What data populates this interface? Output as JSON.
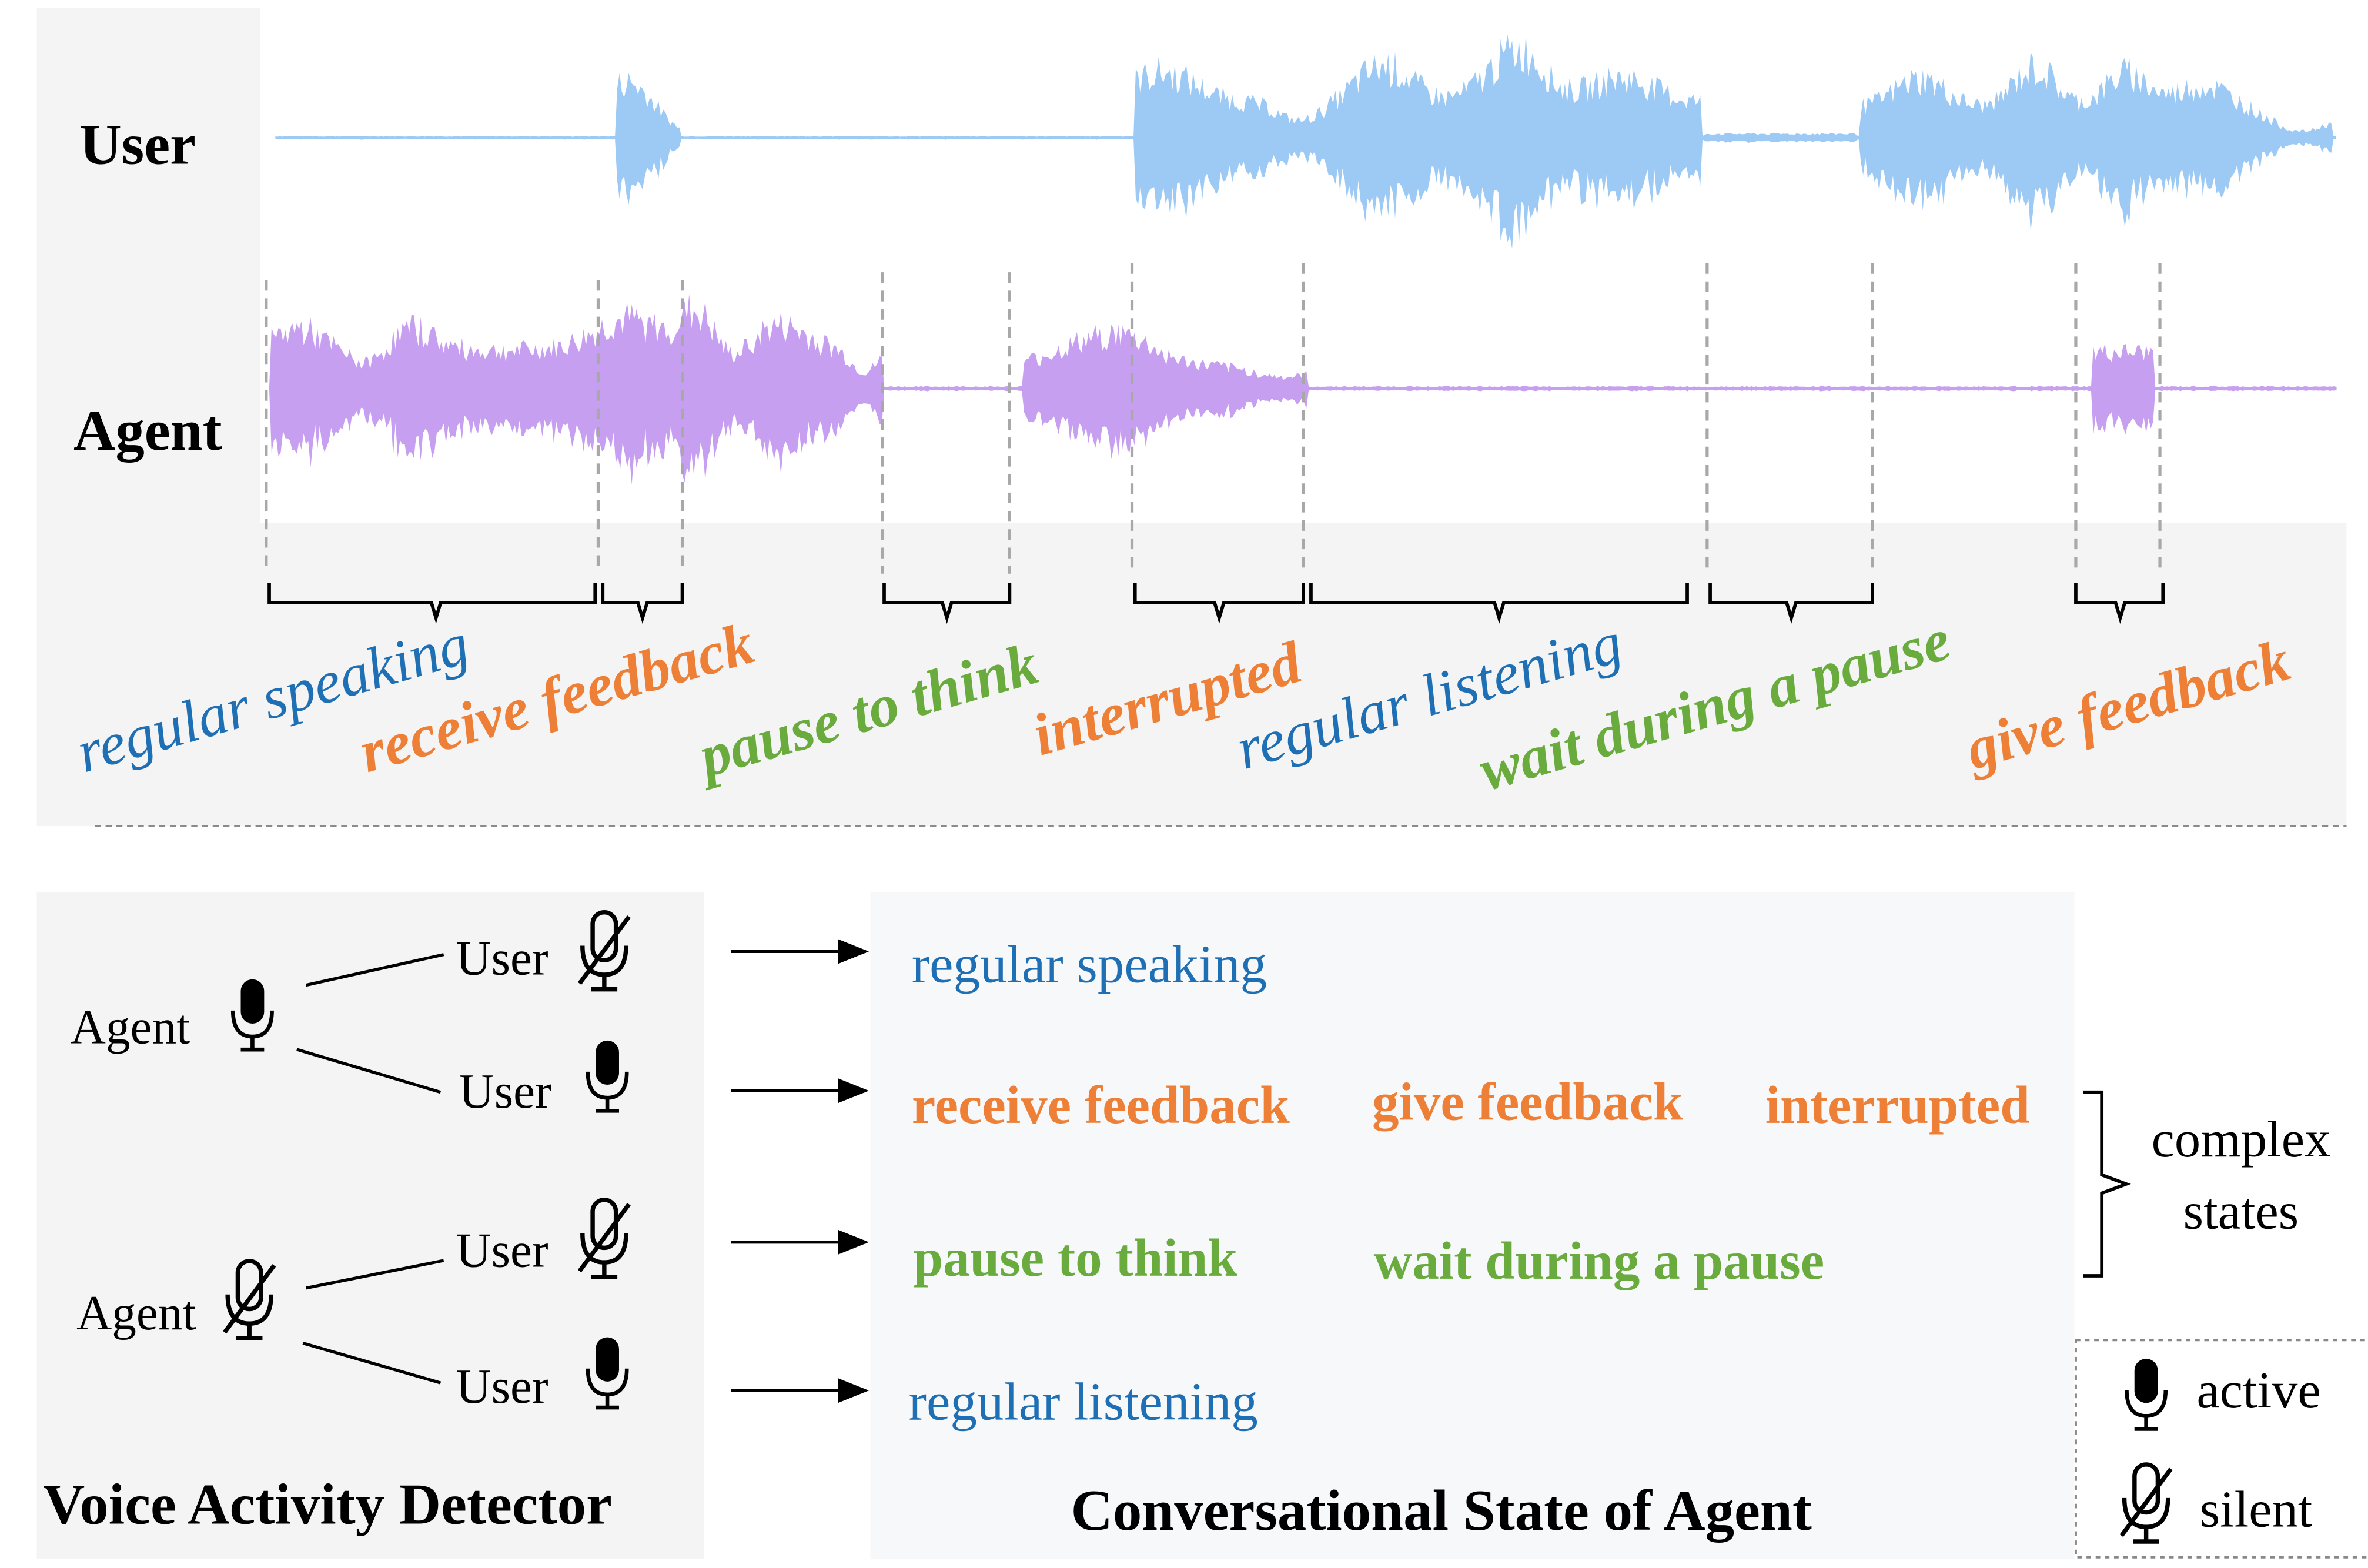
{
  "colors": {
    "user_wave": "#9ccaf5",
    "agent_wave": "#c79ff0",
    "regular": "#1f6fb5",
    "feedback": "#ee7f37",
    "pause": "#6aab3e",
    "panel_bg": "#f4f4f4"
  },
  "top": {
    "user_label": "User",
    "agent_label": "Agent",
    "segments": [
      {
        "text": "regular speaking",
        "color": "regular"
      },
      {
        "text": "receive feedback",
        "color": "feedback"
      },
      {
        "text": "pause to think",
        "color": "pause"
      },
      {
        "text": "interrupted",
        "color": "feedback"
      },
      {
        "text": "regular listening",
        "color": "regular"
      },
      {
        "text": "wait during a pause",
        "color": "pause"
      },
      {
        "text": "give feedback",
        "color": "feedback"
      }
    ]
  },
  "vad": {
    "agent1": "Agent",
    "agent2": "Agent",
    "user1": "User",
    "user2": "User",
    "user3": "User",
    "user4": "User",
    "title": "Voice Activity Detector",
    "icons": [
      "mic-active-icon",
      "mic-muted-icon"
    ]
  },
  "states": {
    "row1": [
      "regular speaking"
    ],
    "row2": [
      "receive feedback",
      "give feedback",
      "interrupted"
    ],
    "row3": [
      "pause to think",
      "wait during a pause"
    ],
    "row4": [
      "regular listening"
    ],
    "complex_line1": "complex",
    "complex_line2": "states",
    "title": "Conversational State of Agent"
  },
  "legend": {
    "active": "active",
    "silent": "silent"
  }
}
